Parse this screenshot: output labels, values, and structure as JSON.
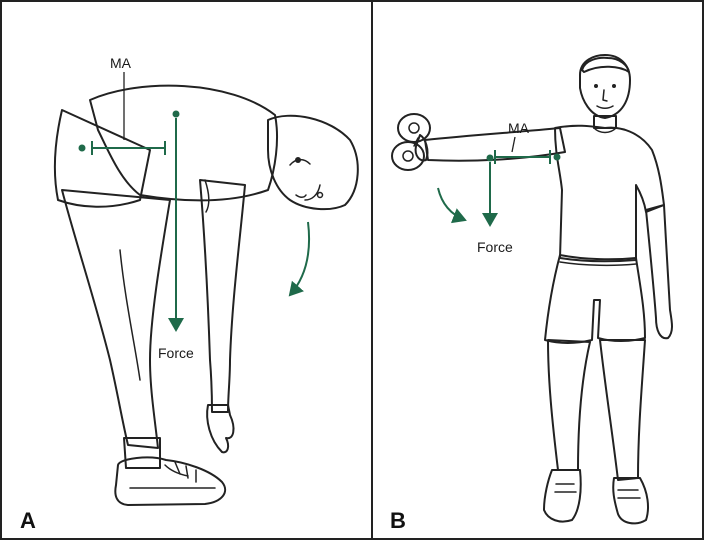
{
  "panels": [
    {
      "letter": "A",
      "moment_arm_label": "MA",
      "force_label": "Force"
    },
    {
      "letter": "B",
      "moment_arm_label": "MA",
      "force_label": "Force"
    }
  ],
  "colors": {
    "vector": "#1f6a4a",
    "shirt_fill": "#d2d2d2",
    "ink": "#222222",
    "frame": "#222222"
  }
}
